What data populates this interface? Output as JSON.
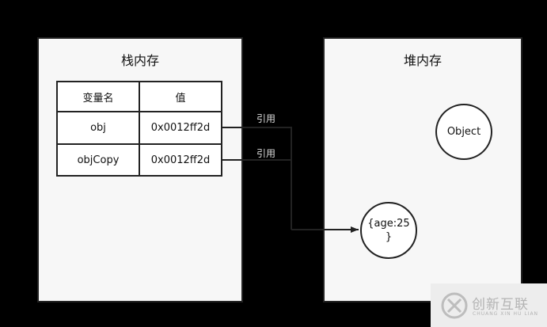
{
  "stack": {
    "title": "栈内存",
    "header": {
      "name": "变量名",
      "value": "值"
    },
    "rows": [
      {
        "name": "obj",
        "value": "0x0012ff2d"
      },
      {
        "name": "objCopy",
        "value": "0x0012ff2d"
      }
    ]
  },
  "heap": {
    "title": "堆内存",
    "nodes": {
      "object": "Object",
      "age_line1": "{age:25",
      "age_line2": "}"
    }
  },
  "edges": {
    "label_1": "引用",
    "label_2": "引用"
  },
  "watermark": {
    "brand": "创新互联",
    "sub": "CHUANG XIN HU LIAN"
  },
  "colors": {
    "background": "#000000",
    "panel": "#f7f7f7",
    "stroke": "#222222",
    "edge_label": "#dddddd",
    "watermark_bg": "#ededed",
    "watermark_text": "#b3b3b3"
  }
}
